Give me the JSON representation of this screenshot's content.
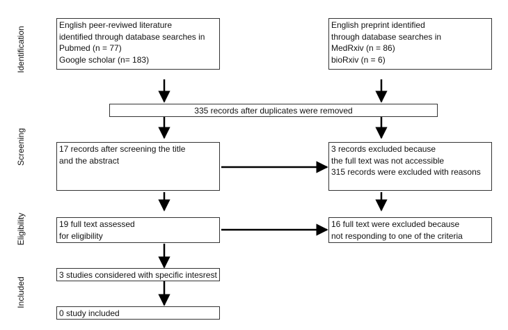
{
  "phases": {
    "identification": "Identification",
    "screening": "Screening",
    "eligibility": "Eligibility",
    "included": "Included"
  },
  "boxes": {
    "literature": {
      "lines": [
        "English peer-reviwed literature",
        "identified through database searches in",
        "Pubmed (n = 77)",
        "Google scholar (n= 183)"
      ]
    },
    "preprint": {
      "lines": [
        "English preprint identified",
        "through database searches in",
        "MedRxiv (n = 86)",
        "bioRxiv (n = 6)"
      ]
    },
    "duplicates": {
      "lines": [
        "335 records after duplicates were removed"
      ]
    },
    "screened": {
      "lines": [
        "17 records after screening the title",
        "and the abstract"
      ]
    },
    "excluded_screening": {
      "lines": [
        "3 records excluded because",
        "the full text was not accessible",
        "315 records were excluded with reasons"
      ]
    },
    "fulltext": {
      "lines": [
        "19 full text assessed",
        "for eligibility"
      ]
    },
    "excluded_fulltext": {
      "lines": [
        "16 full text were excluded because",
        "not responding to one of the criteria"
      ]
    },
    "specific_interest": {
      "lines": [
        "3 studies considered with specific intesrest"
      ]
    },
    "included": {
      "lines": [
        "0 study included"
      ]
    }
  }
}
